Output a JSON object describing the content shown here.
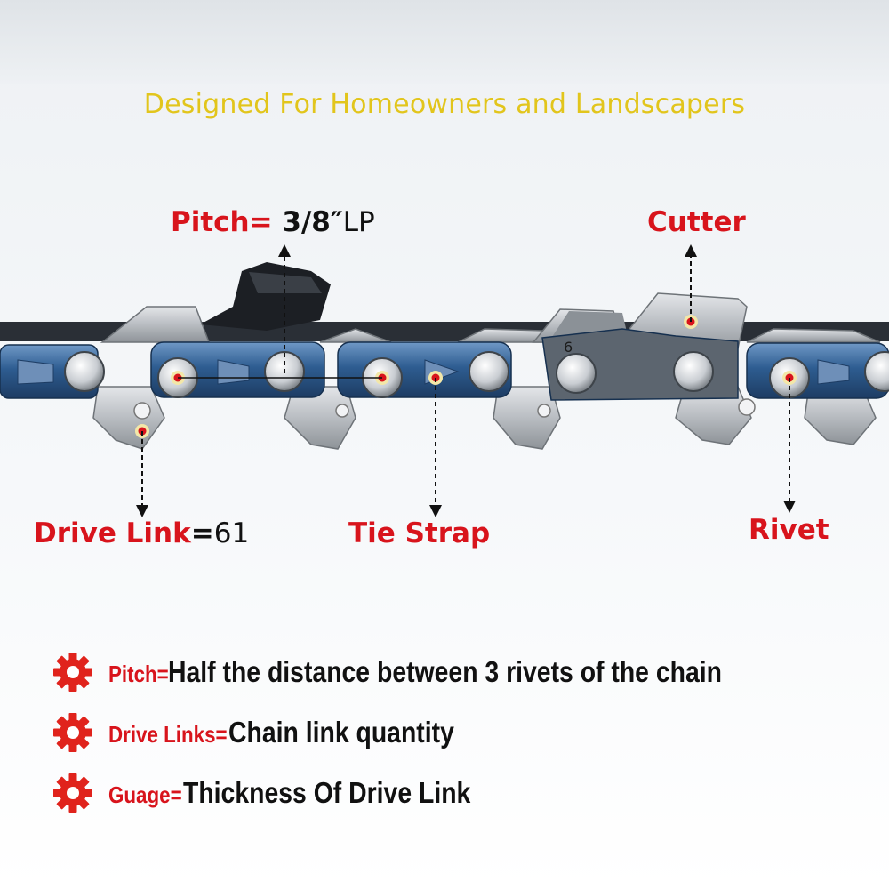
{
  "headline": "Designed For Homeowners and Landscapers",
  "callouts": {
    "pitch": {
      "label": "Pitch",
      "eq": "=",
      "value": "3/8″",
      "suffix": "LP"
    },
    "cutter": {
      "label": "Cutter"
    },
    "drive_link": {
      "label": "Drive Link",
      "eq": "=",
      "value": "61"
    },
    "tie_strap": {
      "label": "Tie Strap"
    },
    "rivet": {
      "label": "Rivet"
    }
  },
  "chain": {
    "stamp": "6"
  },
  "legend": [
    {
      "term": "Pitch",
      "eq": "=",
      "definition": "Half the distance between 3 rivets of the chain",
      "icon": "gear-icon"
    },
    {
      "term": "Drive Links",
      "eq": "=",
      "definition": "Chain link quantity",
      "icon": "gear-icon"
    },
    {
      "term": "Guage",
      "eq": "=",
      "definition": "Thickness Of Drive Link",
      "icon": "gear-icon"
    }
  ],
  "colors": {
    "headline": "#e2c51c",
    "label_red": "#d8141c",
    "chain_blue": "#2f5f93",
    "steel": "#c9ccd0"
  }
}
